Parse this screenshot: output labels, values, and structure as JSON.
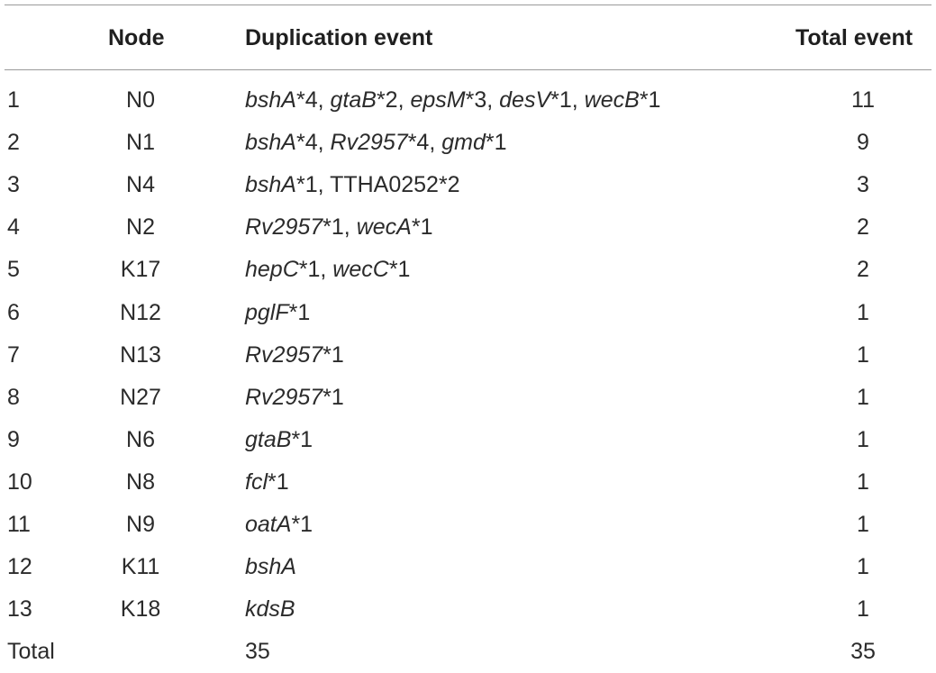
{
  "headers": {
    "index": "",
    "node": "Node",
    "duplication": "Duplication event",
    "total": "Total event"
  },
  "rows": [
    {
      "index": "1",
      "node": "N0",
      "event": [
        {
          "g": "bshA",
          "n": "*4, "
        },
        {
          "g": "gtaB",
          "n": "*2, "
        },
        {
          "g": "epsM",
          "n": "*3, "
        },
        {
          "g": "desV",
          "n": "*1, "
        },
        {
          "g": "wecB",
          "n": "*1"
        }
      ],
      "total": "11"
    },
    {
      "index": "2",
      "node": "N1",
      "event": [
        {
          "g": "bshA",
          "n": "*4, "
        },
        {
          "g": "Rv2957",
          "n": "*4, "
        },
        {
          "g": "gmd",
          "n": "*1"
        }
      ],
      "total": "9"
    },
    {
      "index": "3",
      "node": "N4",
      "event": [
        {
          "g": "bshA",
          "n": "*1, "
        },
        {
          "g": "",
          "n": "TTHA0252*2"
        }
      ],
      "total": "3"
    },
    {
      "index": "4",
      "node": "N2",
      "event": [
        {
          "g": "Rv2957",
          "n": "*1, "
        },
        {
          "g": "wecA",
          "n": "*1"
        }
      ],
      "total": "2"
    },
    {
      "index": "5",
      "node": "K17",
      "event": [
        {
          "g": "hepC",
          "n": "*1, "
        },
        {
          "g": "wecC",
          "n": "*1"
        }
      ],
      "total": "2"
    },
    {
      "index": "6",
      "node": "N12",
      "event": [
        {
          "g": "pglF",
          "n": "*1"
        }
      ],
      "total": "1"
    },
    {
      "index": "7",
      "node": "N13",
      "event": [
        {
          "g": "Rv2957",
          "n": "*1"
        }
      ],
      "total": "1"
    },
    {
      "index": "8",
      "node": "N27",
      "event": [
        {
          "g": "Rv2957",
          "n": "*1"
        }
      ],
      "total": "1"
    },
    {
      "index": "9",
      "node": "N6",
      "event": [
        {
          "g": "gtaB",
          "n": "*1"
        }
      ],
      "total": "1"
    },
    {
      "index": "10",
      "node": "N8",
      "event": [
        {
          "g": "fcl",
          "n": "*1"
        }
      ],
      "total": "1"
    },
    {
      "index": "11",
      "node": "N9",
      "event": [
        {
          "g": "oatA",
          "n": "*1"
        }
      ],
      "total": "1"
    },
    {
      "index": "12",
      "node": "K11",
      "event": [
        {
          "g": "bshA",
          "n": ""
        }
      ],
      "total": "1"
    },
    {
      "index": "13",
      "node": "K18",
      "event": [
        {
          "g": "kdsB",
          "n": ""
        }
      ],
      "total": "1"
    }
  ],
  "total_row": {
    "label": "Total",
    "duplication": "35",
    "total": "35"
  }
}
